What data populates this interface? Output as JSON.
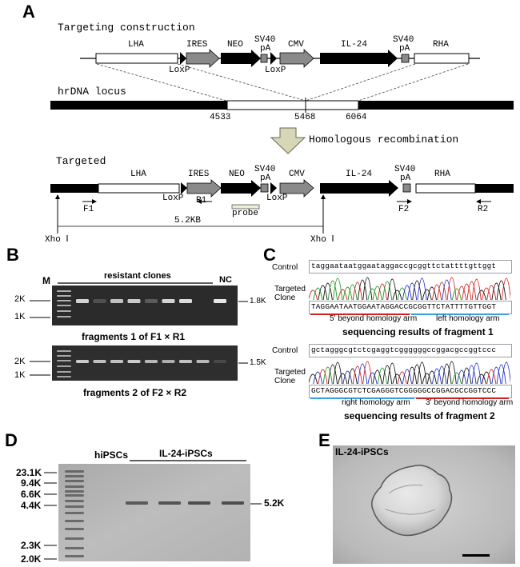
{
  "panel_A": {
    "letter": "A",
    "construct_title": "Targeting construction",
    "construct_labels": {
      "lha": "LHA",
      "ires": "IRES",
      "neo": "NEO",
      "sv40_1": "SV40",
      "pa_1": "pA",
      "cmv": "CMV",
      "il24": "IL-24",
      "sv40_2": "SV40",
      "pa_2": "pA",
      "rha": "RHA",
      "loxp_1": "LoxP",
      "loxp_2": "LoxP"
    },
    "locus_title": "hrDNA locus",
    "locus_positions": [
      "4533",
      "5468",
      "6064"
    ],
    "arrow_label": "Homologous recombination",
    "targeted_title": "Targeted",
    "targeted_labels": {
      "lha": "LHA",
      "ires": "IRES",
      "neo": "NEO",
      "sv40_1": "SV40",
      "pa_1": "pA",
      "cmv": "CMV",
      "il24": "IL-24",
      "sv40_2": "SV40",
      "pa_2": "pA",
      "rha": "RHA",
      "loxp_1": "LoxP",
      "loxp_2": "LoxP",
      "r1": "R1",
      "f1": "F1",
      "f2": "F2",
      "r2": "R2",
      "probe": "probe",
      "xho_left": "Xho Ⅰ",
      "xho_right": "Xho Ⅰ",
      "span": "5.2KB"
    }
  },
  "panel_B": {
    "letter": "B",
    "marker_lane": "M",
    "clones_label": "resistant clones",
    "nc_label": "NC",
    "gel1": {
      "ladder": [
        "2K",
        "1K"
      ],
      "band_size": "1.8K",
      "caption": "fragments 1 of  F1 × R1"
    },
    "gel2": {
      "ladder": [
        "2K",
        "1K"
      ],
      "band_size": "1.5K",
      "caption": "fragments 2 of  F2 × R2"
    }
  },
  "panel_C": {
    "letter": "C",
    "frag1": {
      "control_label": "Control",
      "control_seq": "taggaataatggaataggaccgcggttctattttgttggt",
      "targeted_label_1": "Targeted",
      "targeted_label_2": "Clone",
      "targeted_seq": "TAGGAATAATGGAATAGGACCGCGGTTCTATTTTGTTGGT",
      "left_region": "5' beyond homology arm",
      "right_region": "left homology arm",
      "caption": "sequencing results of fragment 1"
    },
    "frag2": {
      "control_label": "Control",
      "control_seq": "gctagggcgtctcgaggtcggggggccggacgccggtccc",
      "targeted_label_1": "Targeted",
      "targeted_label_2": "Clone",
      "targeted_seq": "GCTAGGGCGTCTCGAGGGTCGGGGGCCGGACGCCGGTCCC",
      "left_region": "right homology arm",
      "right_region": "3' beyond homology arm",
      "caption": "sequencing results of fragment 2"
    }
  },
  "panel_D": {
    "letter": "D",
    "lane_hipsc": "hiPSCs",
    "lane_il24": "IL-24-iPSCs",
    "ladder": [
      "23.1K",
      "9.4K",
      "6.6K",
      "4.4K",
      "2.3K",
      "2.0K"
    ],
    "band_size": "5.2K"
  },
  "panel_E": {
    "letter": "E",
    "label": "IL-24-iPSCs"
  },
  "colors": {
    "black_segment": "#000000",
    "gray_element": "#8a8a8a",
    "gel_background": "#2b2b2b",
    "gel_band": "#e6e6e6",
    "southern_background": "#b4b4b4",
    "chrom_red": "#d42020",
    "chrom_green": "#1a9a1a",
    "chrom_blue": "#2030c8",
    "chrom_black": "#111111",
    "region_red": "#d02424",
    "region_blue": "#3aa0e0",
    "arrow_fill": "#d7d6b6"
  }
}
